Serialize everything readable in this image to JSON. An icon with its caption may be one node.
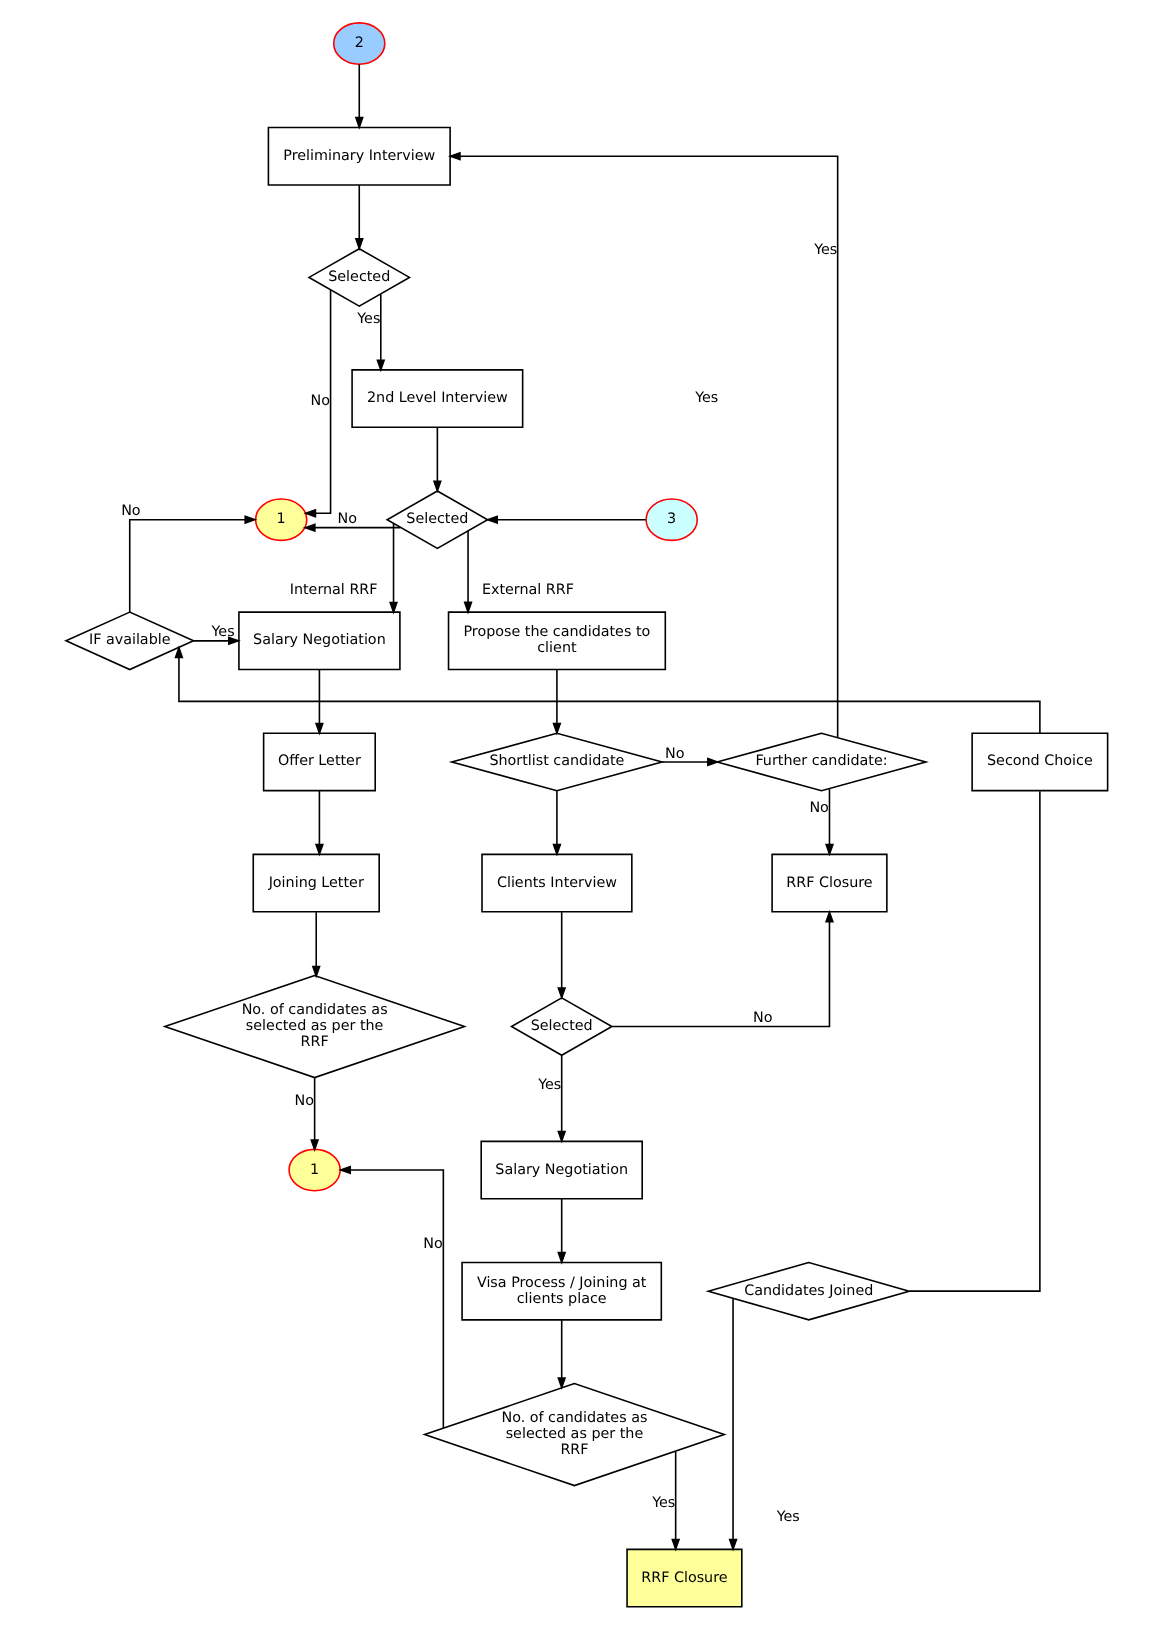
{
  "diagram": {
    "nodes": [
      {
        "text": [
          "2"
        ]
      },
      {
        "text": [
          "Preliminary Interview"
        ]
      },
      {
        "text": [
          "Selected"
        ]
      },
      {
        "text": [
          "2nd Level Interview"
        ]
      },
      {
        "text": [
          "Selected"
        ]
      },
      {
        "text": [
          "1"
        ]
      },
      {
        "text": [
          "3"
        ]
      },
      {
        "text": [
          "IF available"
        ]
      },
      {
        "text": [
          "Salary Negotiation"
        ]
      },
      {
        "text": [
          "Propose the candidates to client"
        ]
      },
      {
        "text": [
          "Second Choice"
        ]
      },
      {
        "text": [
          "Offer Letter"
        ]
      },
      {
        "text": [
          "Shortlist candidate"
        ]
      },
      {
        "text": [
          "Further candidate:"
        ]
      },
      {
        "text": [
          "Joining Letter"
        ]
      },
      {
        "text": [
          "Clients Interview"
        ]
      },
      {
        "text": [
          "RRF Closure"
        ]
      },
      {
        "text": [
          "Selected"
        ]
      },
      {
        "text": [
          "No. of candidates as selected as per the RRF"
        ]
      },
      {
        "text": [
          "1"
        ]
      },
      {
        "text": [
          "Salary Negotiation"
        ]
      },
      {
        "text": [
          "Visa Process / Joining at clients place"
        ]
      },
      {
        "text": [
          "Candidates Joined"
        ]
      },
      {
        "text": [
          "No. of candidates as selected as per the RRF"
        ]
      },
      {
        "text": [
          "RRF Closure"
        ]
      }
    ],
    "edges": [
      {
        "from": 0,
        "to": 1,
        "arrow": "to"
      },
      {
        "from": 1,
        "to": 2,
        "arrow": "to"
      },
      {
        "from": 2,
        "to": 5,
        "arrow": "to",
        "label": "No"
      },
      {
        "from": 2,
        "to": 3,
        "arrow": "to",
        "label": "Yes"
      },
      {
        "from": 3,
        "to": 4,
        "arrow": "to"
      },
      {
        "from": 4,
        "to": 5,
        "arrow": "to",
        "label": "No"
      },
      {
        "from": 6,
        "to": 4,
        "arrow": "to"
      },
      {
        "from": 4,
        "to": 8,
        "arrow": "to",
        "label": "Internal RRF"
      },
      {
        "from": 4,
        "to": 9,
        "arrow": "to",
        "label": "External RRF"
      },
      {
        "from": 7,
        "to": 5,
        "arrow": "to",
        "label": "No"
      },
      {
        "from": 7,
        "to": 8,
        "arrow": "to",
        "label": "Yes"
      },
      {
        "from": 10,
        "to": 7,
        "arrow": "to"
      },
      {
        "from": 8,
        "to": 11,
        "arrow": "to"
      },
      {
        "from": 11,
        "to": 14,
        "arrow": "to"
      },
      {
        "from": 14,
        "to": 18,
        "arrow": "to"
      },
      {
        "from": 18,
        "to": 19,
        "arrow": "to",
        "label": "No"
      },
      {
        "from": 22,
        "to": 10,
        "arrow": "none"
      },
      {
        "from": 22,
        "to": 24,
        "arrow": "to",
        "label": "Yes"
      },
      {
        "from": 9,
        "to": 12,
        "arrow": "to"
      },
      {
        "from": 12,
        "to": 13,
        "arrow": "to",
        "label": "No"
      },
      {
        "from": 12,
        "to": 15,
        "arrow": "to"
      },
      {
        "from": 13,
        "to": 1,
        "arrow": "to",
        "label": "Yes"
      },
      {
        "from": 13,
        "to": 16,
        "arrow": "to",
        "label": "No"
      },
      {
        "from": 15,
        "to": 17,
        "arrow": "to"
      },
      {
        "from": 17,
        "to": 16,
        "arrow": "to",
        "label": "No"
      },
      {
        "from": 17,
        "to": 20,
        "arrow": "to",
        "label": "Yes"
      },
      {
        "from": 20,
        "to": 21,
        "arrow": "to"
      },
      {
        "from": 21,
        "to": 23,
        "arrow": "to"
      },
      {
        "from": 23,
        "to": 19,
        "arrow": "to",
        "label": "No"
      },
      {
        "from": 23,
        "to": 24,
        "arrow": "to",
        "label": "Yes"
      }
    ],
    "labels": [
      "Yes"
    ]
  }
}
